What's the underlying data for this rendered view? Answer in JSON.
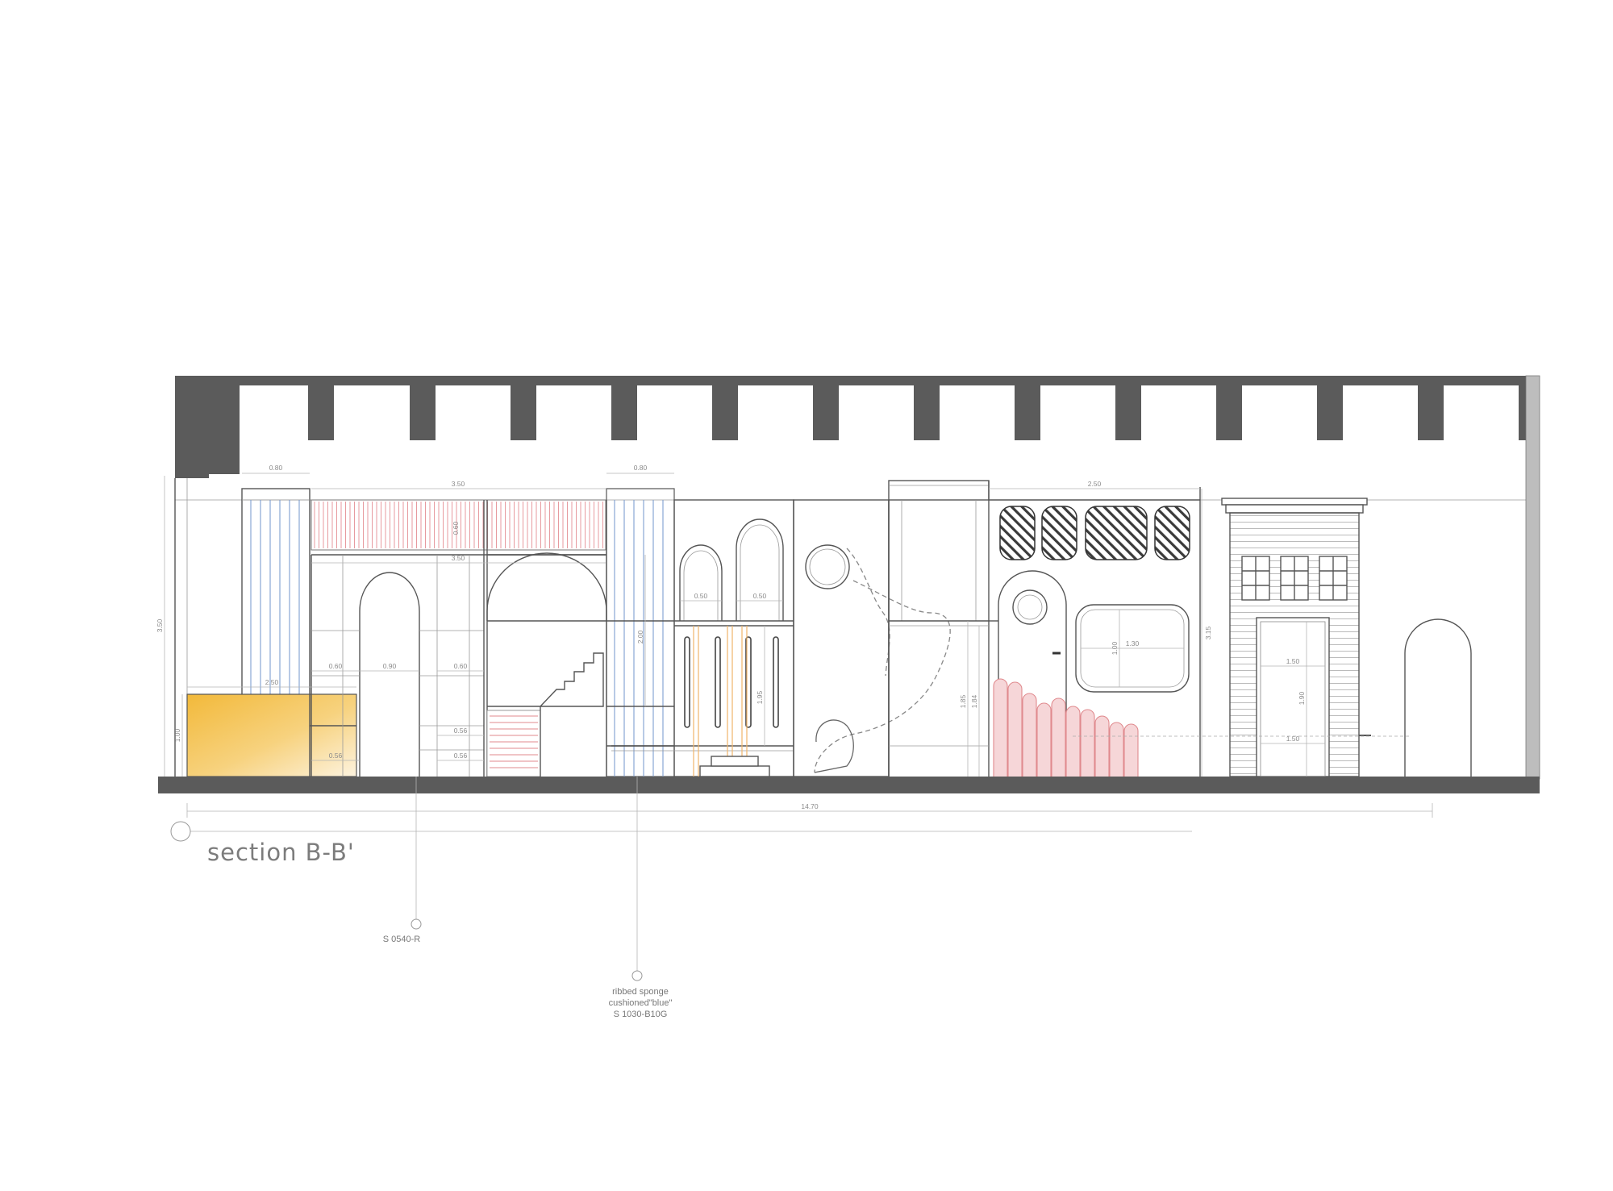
{
  "drawing": {
    "title": "section B-B'",
    "colors": {
      "structure": "#5b5b5b",
      "yellow_panel": "#f2b93a",
      "pink_slats": "#e79a9f",
      "blue_ribs": "#7d9fd0",
      "orange_poles": "#f0b46a",
      "pink_fence": "#f6d6d8"
    },
    "dimensions": {
      "width_080_left": "0.80",
      "width_350_top": "3.50",
      "width_080_mid": "0.80",
      "width_250": "2.50",
      "height_350": "3.50",
      "height_060": "0.60",
      "width_350_inner": "3.50",
      "width_060_a": "0.60",
      "width_090": "0.90",
      "width_060_b": "0.60",
      "width_250_low": "2.50",
      "width_056_a": "0.56",
      "width_056_b": "0.56",
      "width_056_c": "0.56",
      "height_100": "1.00",
      "width_050_a": "0.50",
      "width_050_b": "0.50",
      "height_200": "2.00",
      "height_195": "1.95",
      "height_185": "1.85",
      "height_184": "1.84",
      "width_130": "1.30",
      "height_100_win": "1.00",
      "height_315": "3.15",
      "width_150_a": "1.50",
      "height_190": "1.90",
      "width_150_b": "1.50",
      "total_length": "14.70"
    },
    "callouts": [
      {
        "lines": [
          "S 0540-R"
        ]
      },
      {
        "lines": [
          "ribbed sponge",
          "cushioned\"blue\"",
          "S 1030-B10G"
        ]
      }
    ]
  }
}
